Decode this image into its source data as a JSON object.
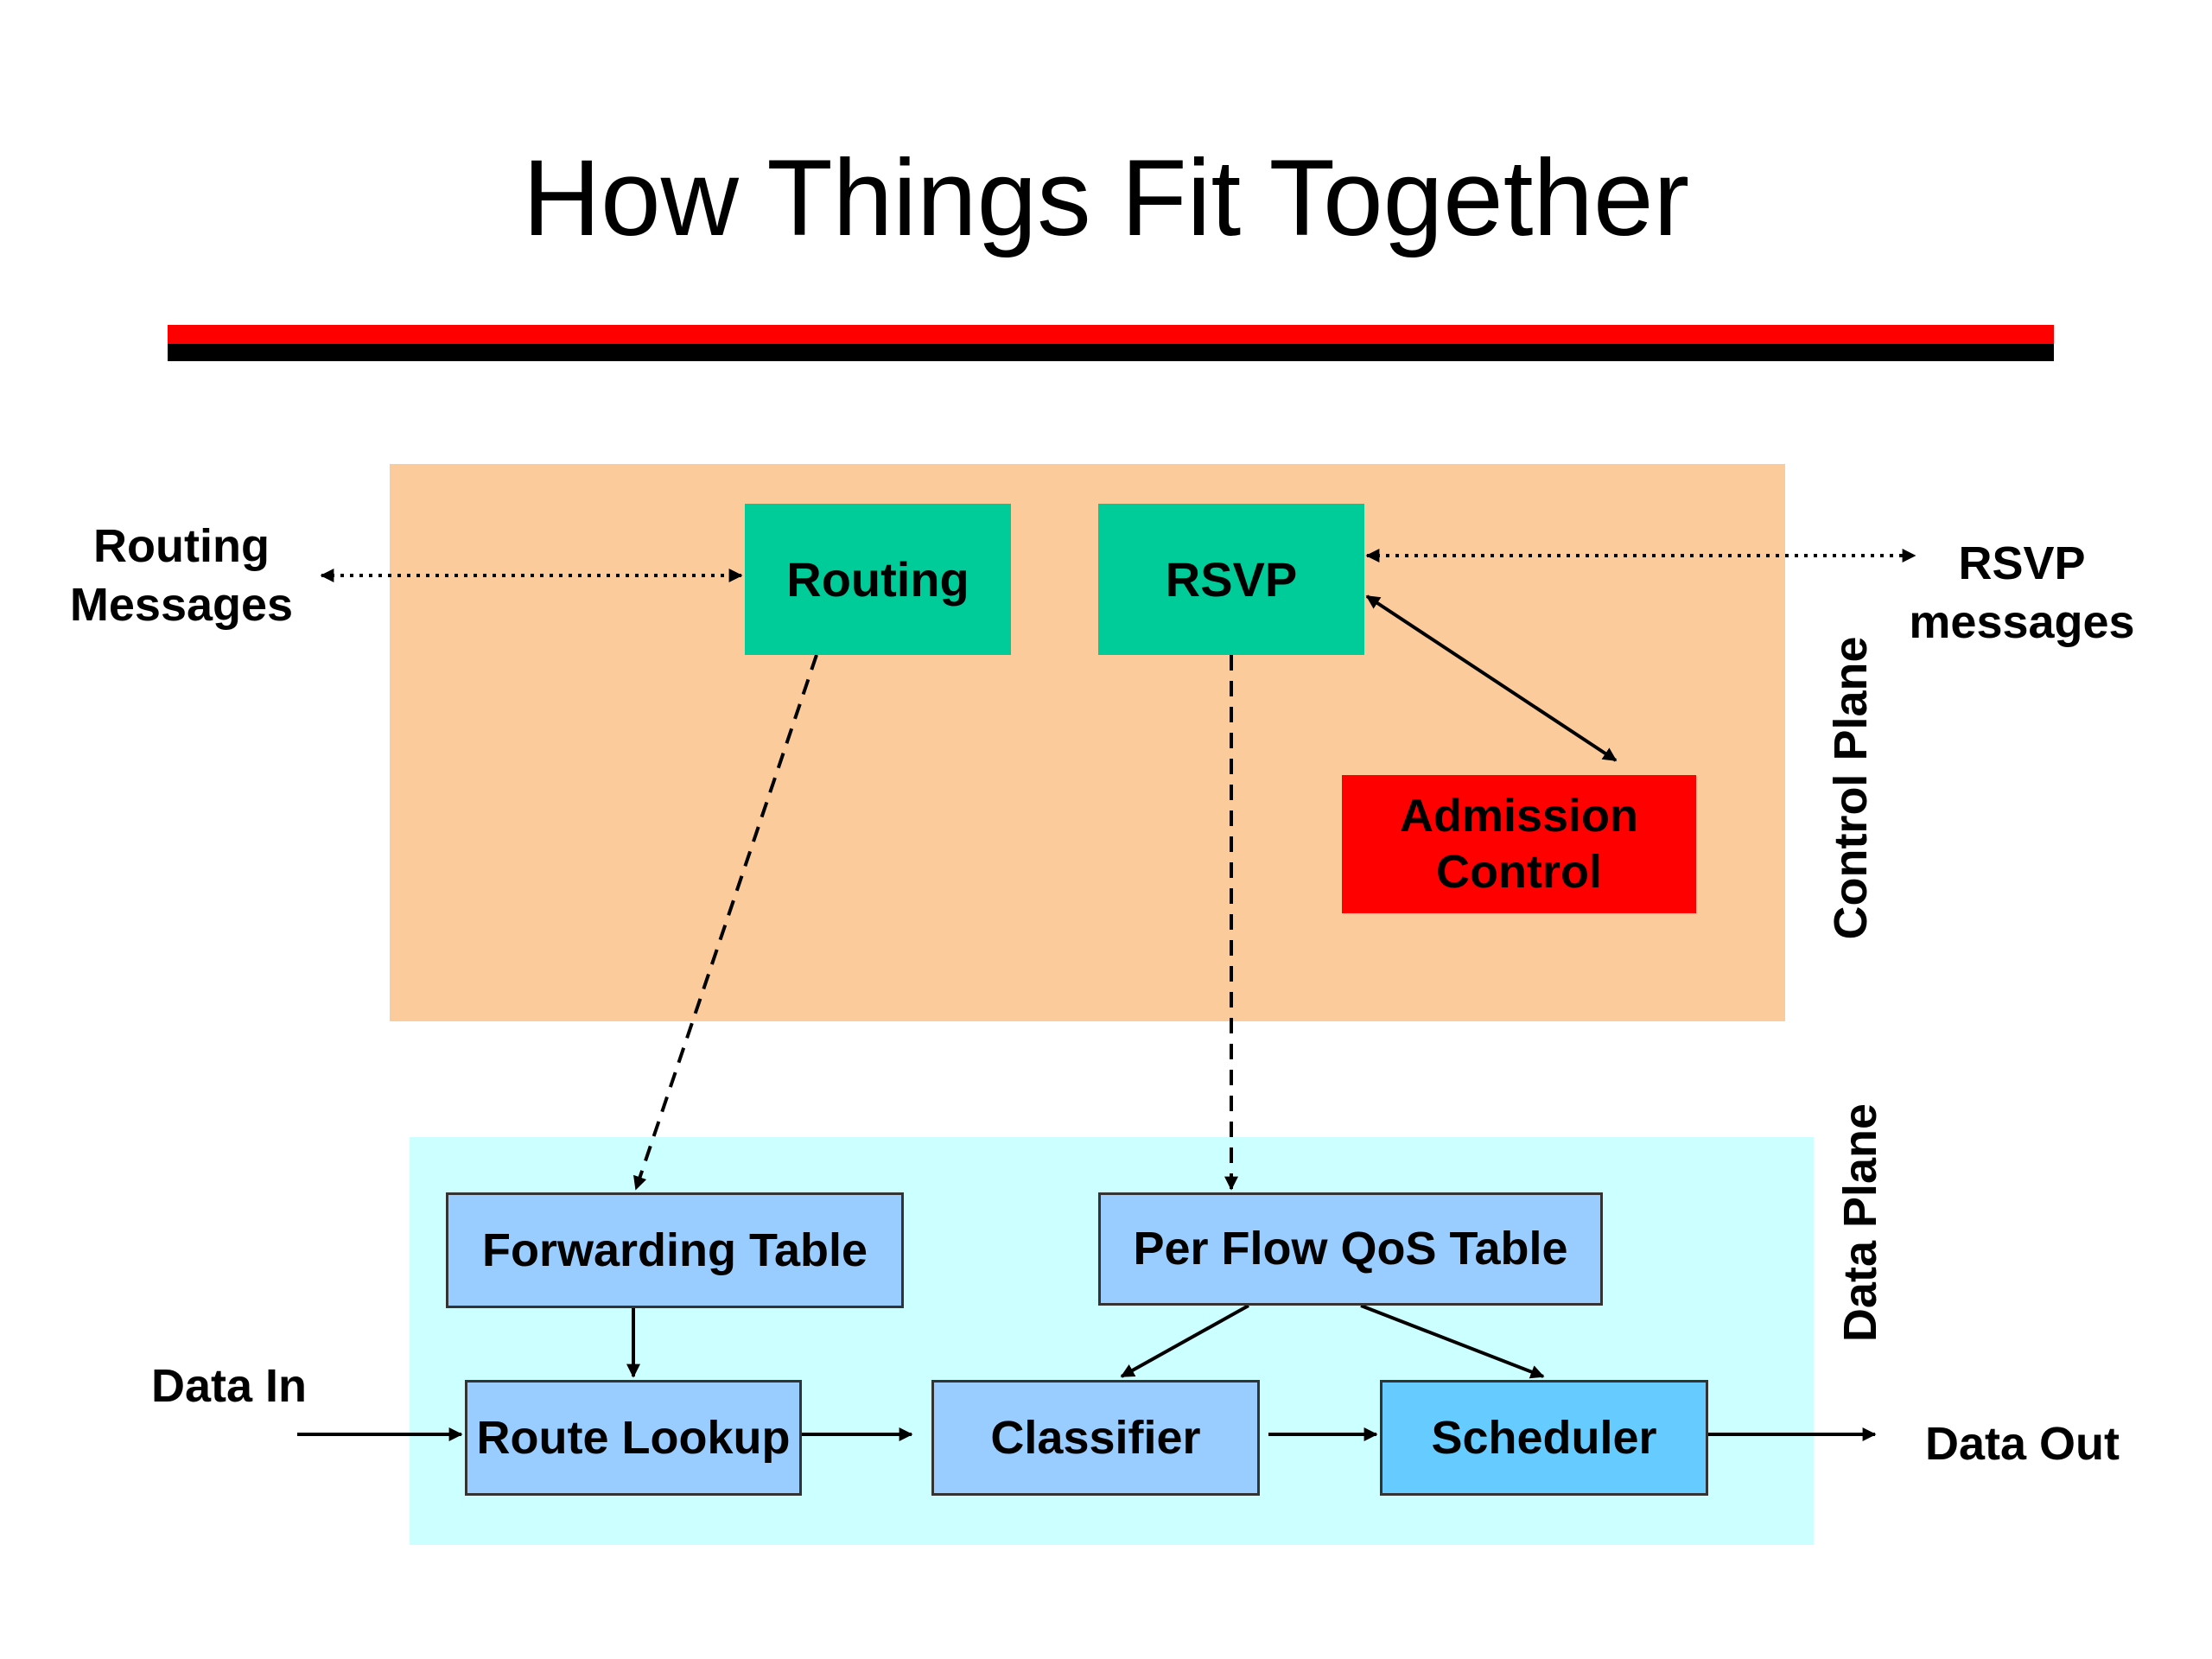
{
  "title": "How Things Fit Together",
  "colors": {
    "control_plane": "#fccb9b",
    "data_plane": "#ccffff",
    "green_box": "#00cc99",
    "admission_box": "#ff0000",
    "table_box": "#99ccff",
    "scheduler_box": "#66ccff",
    "rule_red": "#ff0000",
    "rule_black": "#000000"
  },
  "control_plane": {
    "label": "Control Plane",
    "routing": "Routing",
    "rsvp": "RSVP",
    "admission_control": "Admission Control"
  },
  "data_plane": {
    "label": "Data Plane",
    "forwarding_table": "Forwarding Table",
    "per_flow_qos_table": "Per Flow QoS Table",
    "route_lookup": "Route Lookup",
    "classifier": "Classifier",
    "scheduler": "Scheduler"
  },
  "external": {
    "routing_messages": "Routing Messages",
    "rsvp_messages": "RSVP messages",
    "data_in": "Data In",
    "data_out": "Data Out"
  }
}
